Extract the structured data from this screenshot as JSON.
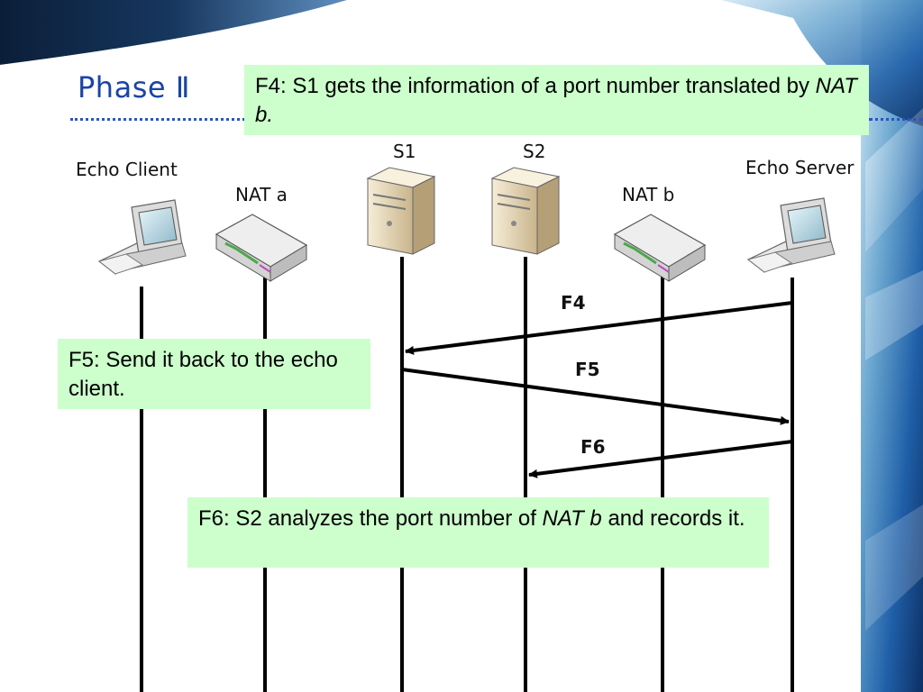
{
  "slide": {
    "title": "Phase Ⅱ"
  },
  "nodes": [
    {
      "id": "echo-client",
      "label": "Echo Client",
      "icon": "computer-icon"
    },
    {
      "id": "nat-a",
      "label": "NAT a",
      "icon": "router-icon"
    },
    {
      "id": "s1",
      "label": "S1",
      "icon": "server-icon"
    },
    {
      "id": "s2",
      "label": "S2",
      "icon": "server-icon"
    },
    {
      "id": "nat-b",
      "label": "NAT b",
      "icon": "router-icon"
    },
    {
      "id": "echo-server",
      "label": "Echo Server",
      "icon": "computer-icon"
    }
  ],
  "flows": [
    {
      "label": "F4",
      "from": "Echo Server",
      "to": "S1"
    },
    {
      "label": "F5",
      "from": "S1",
      "to": "Echo Server"
    },
    {
      "label": "F6",
      "from": "Echo Server",
      "to": "S2"
    }
  ],
  "notes": {
    "f4": {
      "text": "F4: S1 gets the information of a port number translated by ",
      "em": "NAT b."
    },
    "f5": {
      "text": "F5: Send it back to the echo client."
    },
    "f6": {
      "text": "F6: S2 analyzes the port number of ",
      "em": "NAT b",
      "tail": " and records it."
    }
  },
  "colors": {
    "title": "#1a44a8",
    "note_background": "#ccffcc",
    "accent": "#1f5fa8"
  }
}
